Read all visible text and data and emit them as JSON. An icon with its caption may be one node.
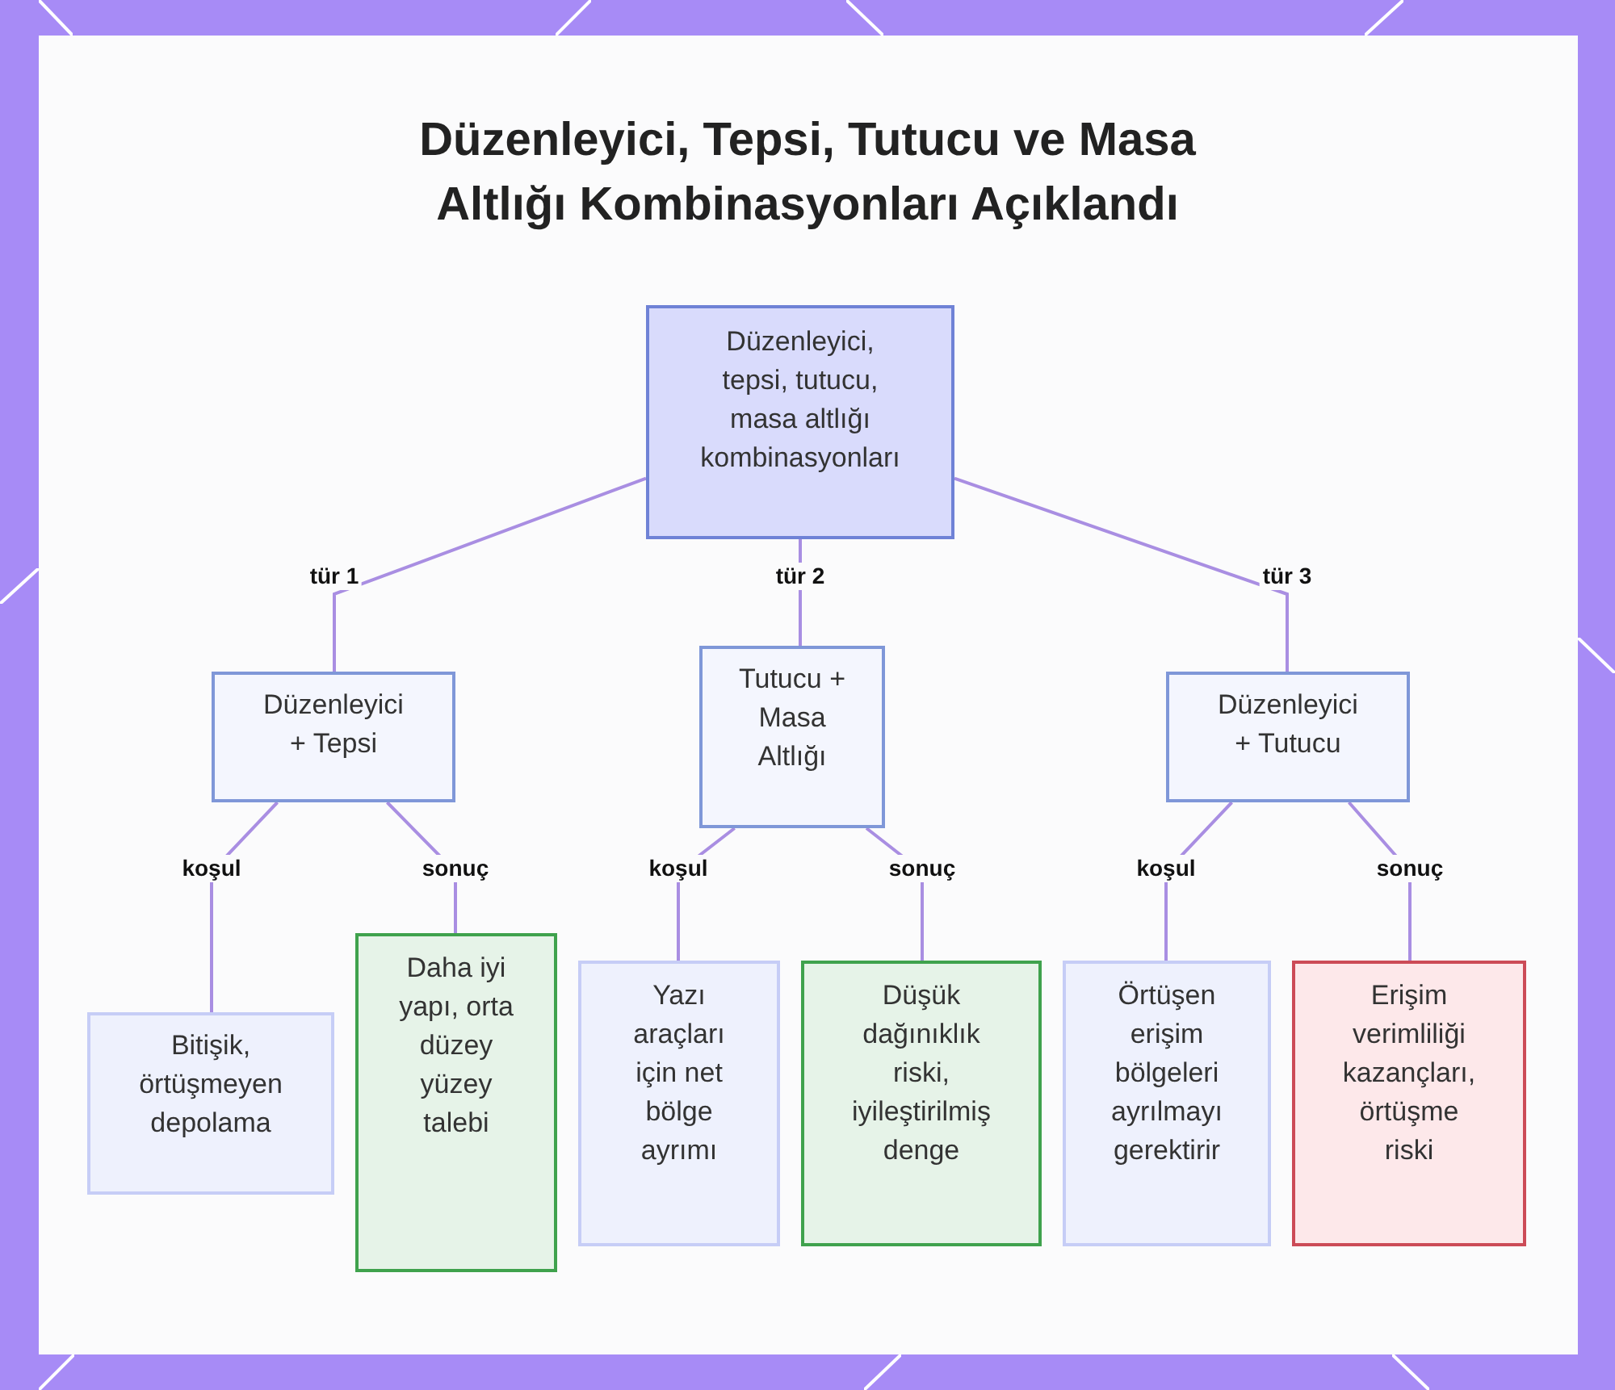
{
  "diagram": {
    "title": "Düzenleyici, Tepsi, Tutucu ve Masa Altlığı Kombinasyonları Açıklandı",
    "nodes": [
      {
        "text": [
          "Düzenleyici, tepsi, tutucu, masa altlığı kombinasyonları"
        ]
      },
      {
        "text": [
          "Düzenleyici + Tepsi"
        ]
      },
      {
        "text": [
          "Tutucu + Masa Altlığı"
        ]
      },
      {
        "text": [
          "Düzenleyici + Tutucu"
        ]
      },
      {
        "text": [
          "Bitişik, örtüşmeyen depolama"
        ]
      },
      {
        "text": [
          "Daha iyi yapı, orta düzey yüzey talebi"
        ]
      },
      {
        "text": [
          "Yazı araçları için net bölge ayrımı"
        ]
      },
      {
        "text": [
          "Düşük dağınıklık riski, iyileştirilmiş denge"
        ]
      },
      {
        "text": [
          "Örtüşen erişim bölgeleri ayrılmayı gerektirir"
        ]
      },
      {
        "text": [
          "Erişim verimliliği kazançları, örtüşme riski"
        ]
      }
    ],
    "edges": [
      {
        "from": 0,
        "to": 1,
        "arrow": "none",
        "label": "tür 1"
      },
      {
        "from": 0,
        "to": 2,
        "arrow": "none",
        "label": "tür 2"
      },
      {
        "from": 0,
        "to": 3,
        "arrow": "none",
        "label": "tür 3"
      },
      {
        "from": 1,
        "to": 4,
        "arrow": "none",
        "label": "koşul"
      },
      {
        "from": 1,
        "to": 5,
        "arrow": "none",
        "label": "sonuç"
      },
      {
        "from": 2,
        "to": 6,
        "arrow": "none",
        "label": "koşul"
      },
      {
        "from": 2,
        "to": 7,
        "arrow": "none",
        "label": "sonuç"
      },
      {
        "from": 3,
        "to": 8,
        "arrow": "none",
        "label": "koşul"
      },
      {
        "from": 3,
        "to": 9,
        "arrow": "none",
        "label": "sonuç"
      }
    ]
  }
}
